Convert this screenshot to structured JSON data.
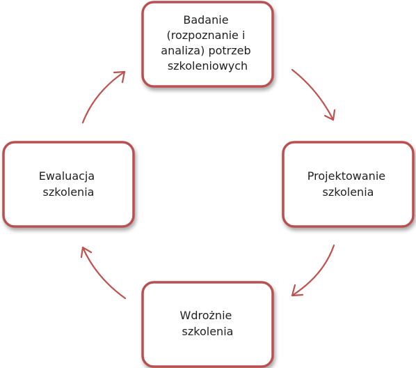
{
  "colors": {
    "border": "#B9504F",
    "box_fill": "#FFFFFF",
    "text": "#1F1F1F",
    "shadow": "#9A9A9A"
  },
  "nodes": {
    "top": {
      "lines": [
        "Badanie",
        "(rozpoznanie i",
        "analiza) potrzeb",
        "szkoleniowych"
      ]
    },
    "right": {
      "lines": [
        "Projektowanie",
        "szkolenia"
      ]
    },
    "bottom": {
      "lines": [
        "Wdrożnie",
        "szkolenia"
      ]
    },
    "left": {
      "lines": [
        "Ewaluacja",
        "szkolenia"
      ]
    }
  }
}
